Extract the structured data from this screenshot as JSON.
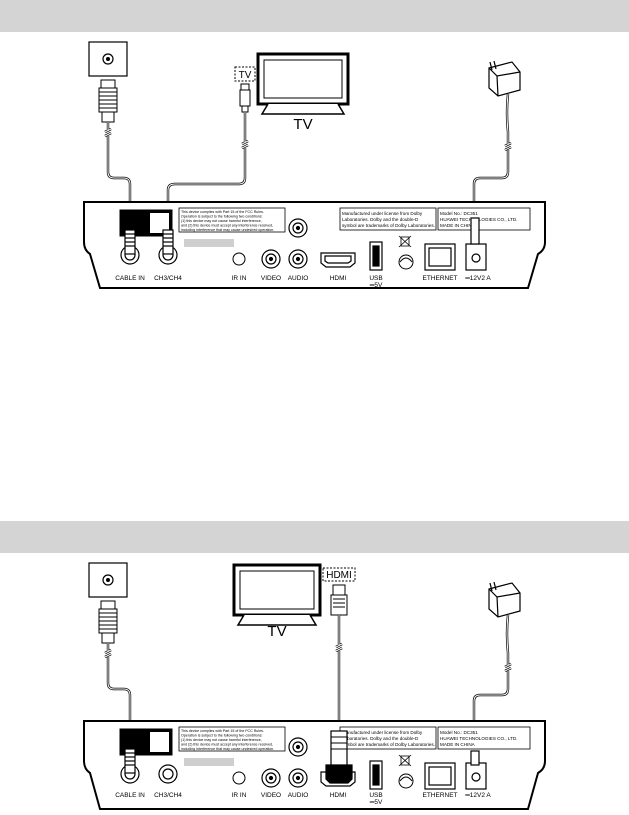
{
  "diagram1": {
    "tv_caption": "TV",
    "tv_port_tag": "TV",
    "ports": {
      "cable_in": "CABLE IN",
      "ch3_ch4": "CH3/CH4",
      "ir_in": "IR IN",
      "video": "VIDEO",
      "audio": "AUDIO",
      "hdmi": "HDMI",
      "usb": "USB",
      "usb_rating": "═5V",
      "ethernet": "ETHERNET",
      "power": "═12V2 A"
    },
    "fcc_notice": [
      "This device complies with Part 15 of the FCC Rules.",
      "Operation is subject to the following two conditions:",
      "(1) this device may not cause harmful interference,",
      "and (2) this device must accept any interference received,",
      "including interference that may cause undesired operation."
    ],
    "dolby_notice": [
      "Manufactured under license from Dolby",
      "Laboratories. Dolby and the double-D",
      "symbol are trademarks of Dolby Laboratories."
    ],
    "model_label": [
      "Model No.: DC351",
      "HUAWEI TECHNOLOGIES CO., LTD.",
      "MADE IN CHINA"
    ]
  },
  "diagram2": {
    "tv_caption": "TV",
    "tv_port_tag": "HDMI",
    "ports": {
      "cable_in": "CABLE IN",
      "ch3_ch4": "CH3/CH4",
      "ir_in": "IR IN",
      "video": "VIDEO",
      "audio": "AUDIO",
      "hdmi": "HDMI",
      "usb": "USB",
      "usb_rating": "═5V",
      "ethernet": "ETHERNET",
      "power": "═12V2 A"
    },
    "fcc_notice": [
      "This device complies with Part 15 of the FCC Rules.",
      "Operation is subject to the following two conditions:",
      "(1) this device may not cause harmful interference,",
      "and (2) this device must accept any interference received,",
      "including interference that may cause undesired operation."
    ],
    "dolby_notice": [
      "Manufactured under license from Dolby",
      "Laboratories. Dolby and the double-D",
      "symbol are trademarks of Dolby Laboratories."
    ],
    "model_label": [
      "Model No.: DC351",
      "HUAWEI TECHNOLOGIES CO., LTD.",
      "MADE IN CHINA"
    ]
  },
  "colors": {
    "band": "#d4d4d4",
    "line": "#000000",
    "panel": "#ffffff"
  }
}
